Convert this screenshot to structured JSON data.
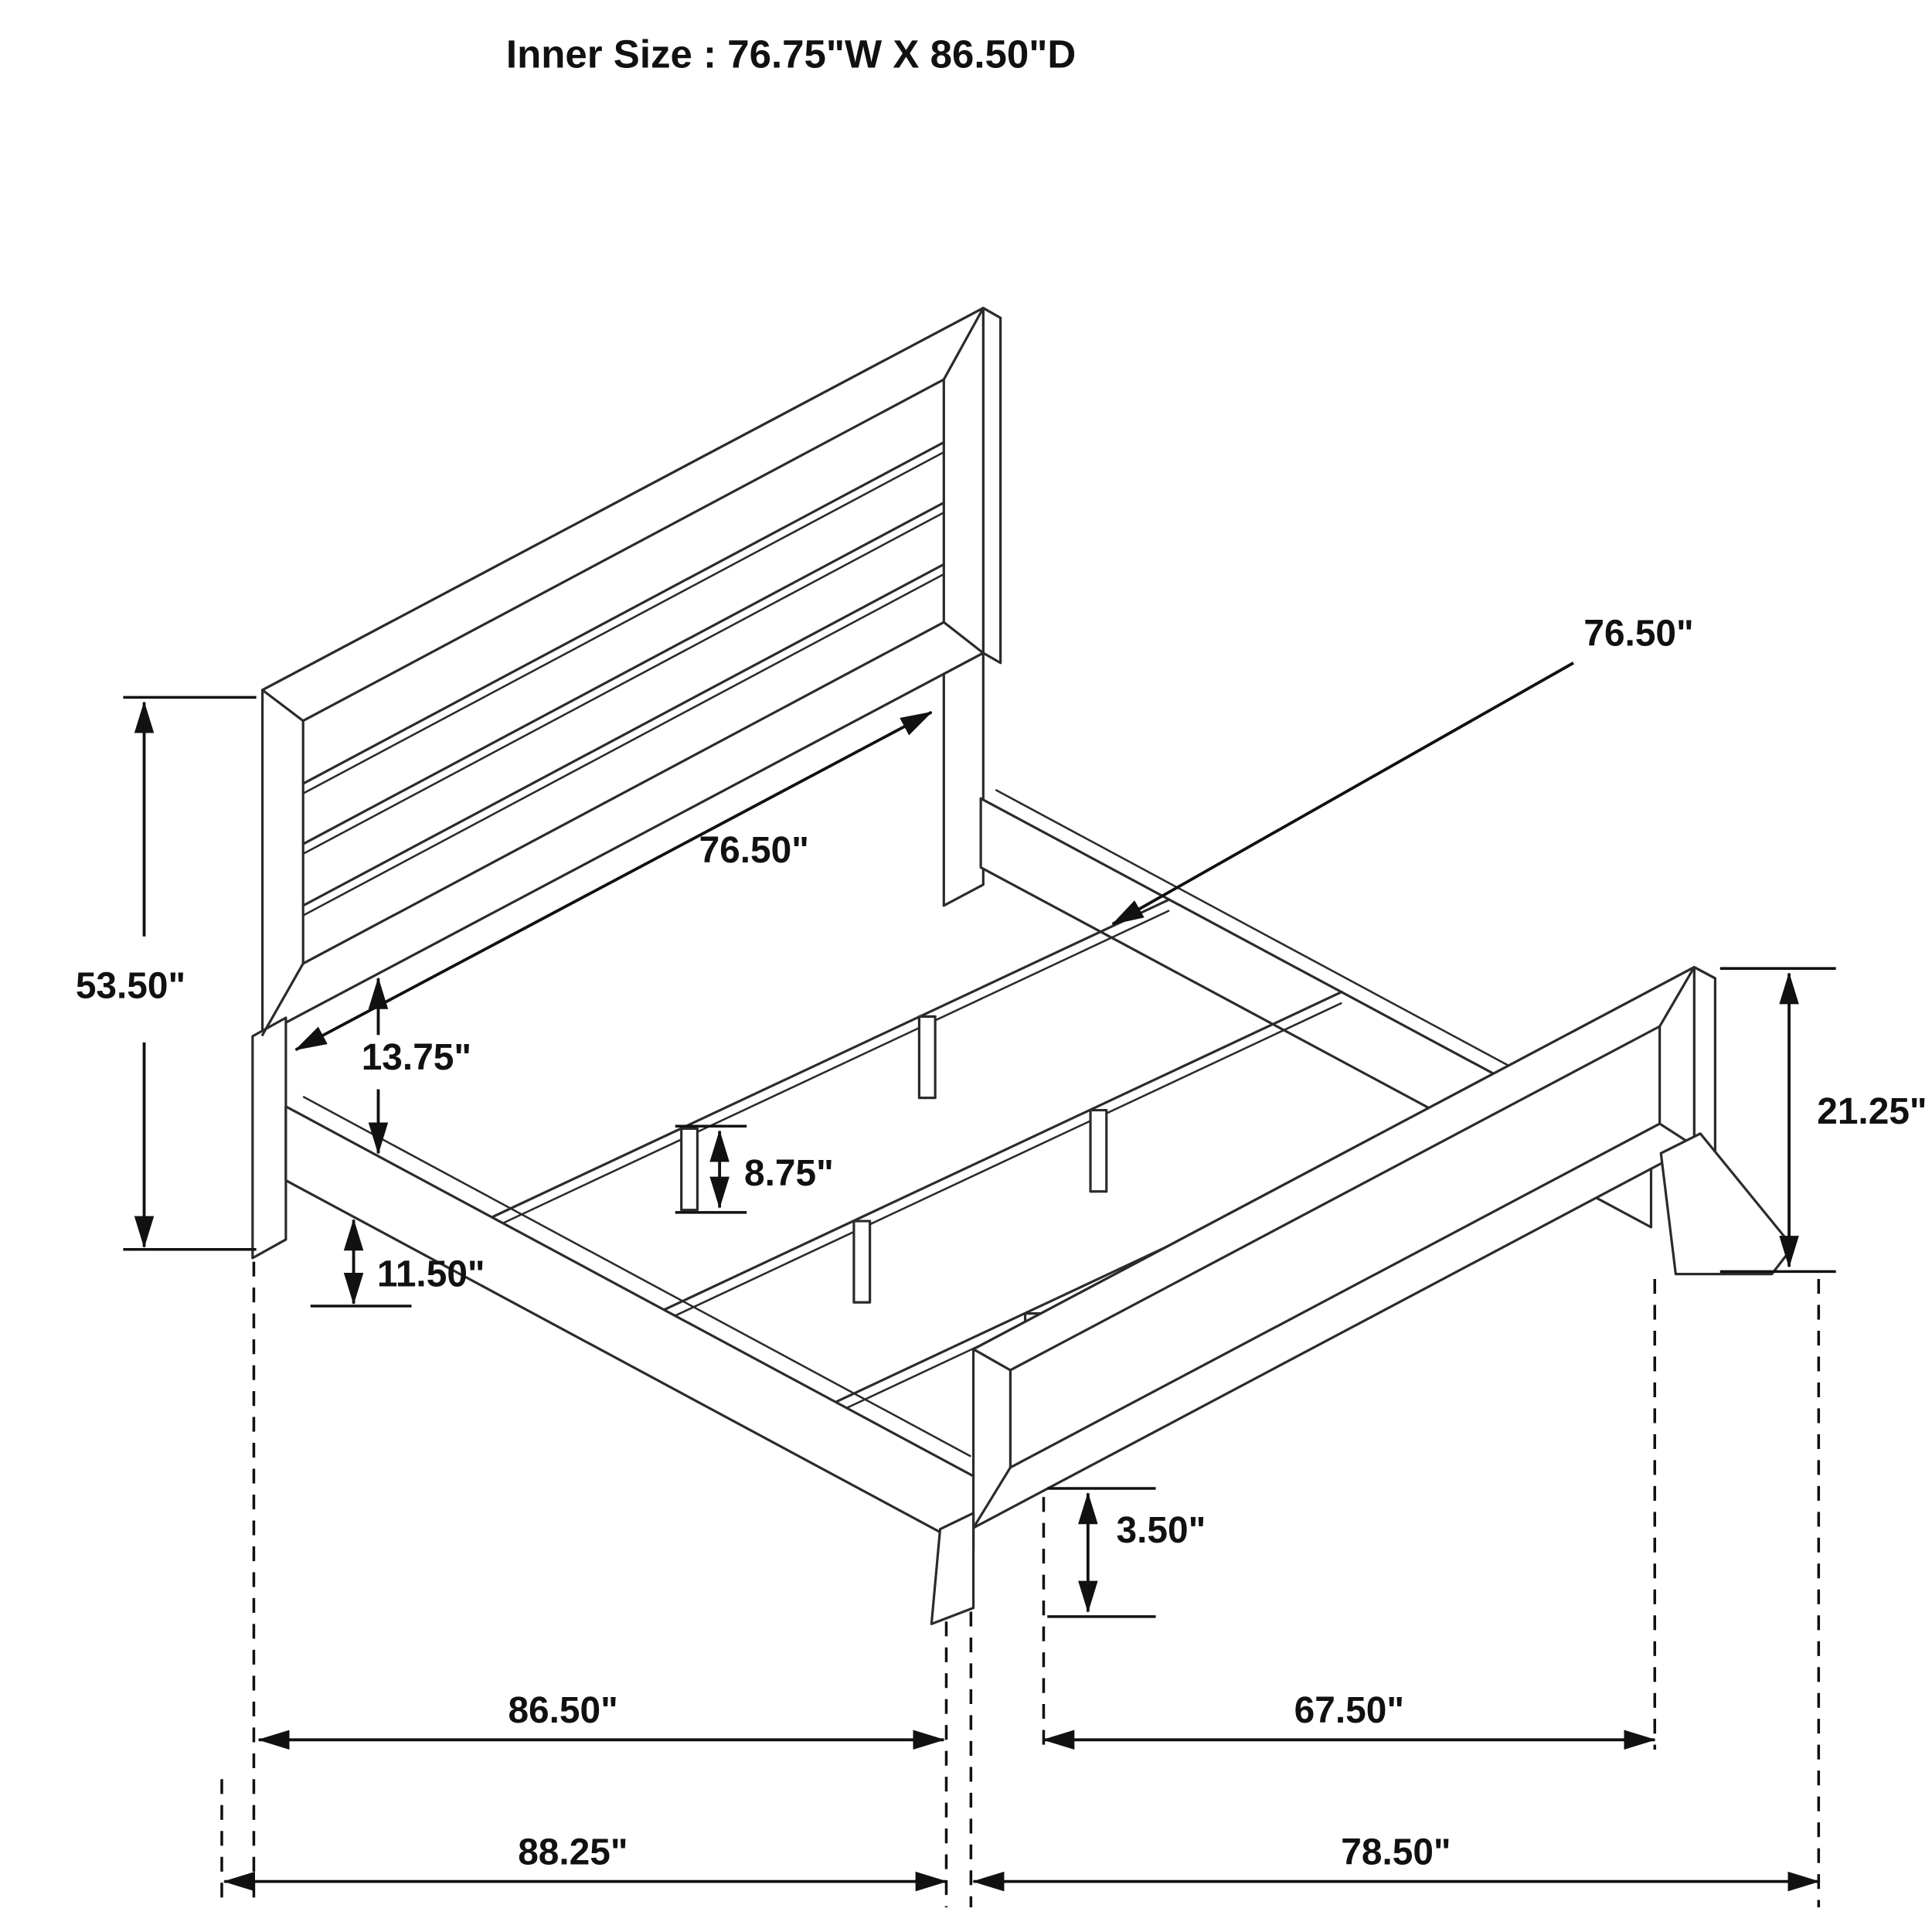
{
  "title": "Inner Size : 76.75\"W X 86.50\"D",
  "colors": {
    "line": "#2b2b2b",
    "dimension": "#111111"
  },
  "dims": {
    "headboard_height": "53.50\"",
    "headboard_bottom_to_rail": "13.75\"",
    "rail_to_floor": "11.50\"",
    "slat_leg_height": "8.75\"",
    "headboard_width_inner": "76.50\"",
    "slat_span": "76.50\"",
    "footboard_height": "21.25\"",
    "footboard_foot_height": "3.50\"",
    "side_rail_length": "86.50\"",
    "footboard_span": "67.50\"",
    "overall_depth": "88.25\"",
    "overall_width": "78.50\""
  }
}
